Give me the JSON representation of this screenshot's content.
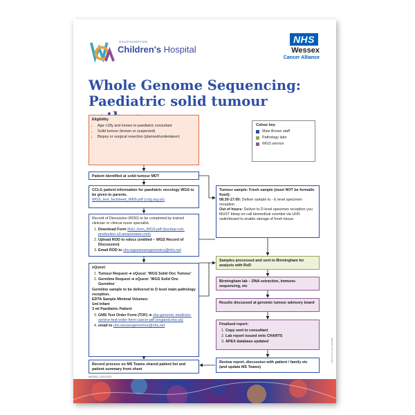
{
  "header": {
    "wca_logo": "WCA",
    "southampton": "SOUTHAMPTON",
    "childrens": "Children's",
    "hospital": "Hospital",
    "nhs": "NHS",
    "org": "Wessex",
    "sub": "Cancer Alliance"
  },
  "title": {
    "line1": "Whole Genome Sequencing:",
    "line2": "Paediatric solid tumour pathway"
  },
  "eligibility": {
    "heading": "Eligibility",
    "items": [
      "Age <18y and known to paediatric consultant",
      "Solid tumour (known or suspected)",
      "Biopsy or surgical resection (planned/undertaken)"
    ]
  },
  "colour_key": {
    "heading": "Colour key",
    "items": [
      {
        "label": "Main Brown staff",
        "color": "#2e4fa3"
      },
      {
        "label": "Pathology labs",
        "color": "#96a55a"
      },
      {
        "label": "WGS service",
        "color": "#8e5a8e"
      }
    ]
  },
  "mdt": {
    "text": "Patient identified at solid tumour MDT"
  },
  "cclg": {
    "text": "CCLG patient information for paediatric oncology WGS to be given to parents.",
    "link": "WGS_test_factsheet_WEB.pdf (cclg.org.uk)"
  },
  "rod": {
    "intro": "Record of Discussion (ROD) to be completed by trained clinician or clinical nurse specialist.",
    "step1_label": "Download Form",
    "step1_link": "RoD_form_WGS.pdf (bucdup-cuh-production.s3.amazonaws.com)",
    "step2": "Upload ROD to edocs (entitled – WGS Record of Discussion)",
    "step3_label": "Email ROD to",
    "step3_link": "uhs.wgswessexgenomics@nhs.net"
  },
  "fresh": {
    "heading": "Tumour sample: Fresh sample (must NOT be formalin fixed):",
    "hours_label": "08:30-17:00:",
    "hours_text": "Deliver sample to - E level specimen reception",
    "ooh_label": "Out of hours:",
    "ooh_text": "Deliver to D level specimen reception you MUST bleep on-call biomedical scientist via UHS switchboard to enable storage of fresh tissue."
  },
  "equest": {
    "heading": "eQuest:",
    "step1": "Tumour Request ➔ eQuest: 'WGS Solid Onc Tumour'",
    "step2": "Germline Request ➔ eQuest: 'WGS Solid Onc Germline'",
    "germline_note": "Germline sample to be delivered to D level main pathology reception.",
    "edta_heading": "EDTA Sample Minimal Volumes:",
    "edta_infant": "1ml Infant",
    "edta_paed": "3 ml Paediatric Patient",
    "step3_label": "GMS Test Order Form (TOF) ➔",
    "step3_link": "nhs-genomic-medicine-service-test-order-form-cancer.pdf (england.nhs.uk)",
    "step4_label": "email to",
    "step4_link": "uhs.wessexgenomics@nhs.net"
  },
  "processed": {
    "text": "Samples processed and sent to Birmingham for analysis with RoD"
  },
  "birmingham": {
    "text": "Birmingham lab – DNA extraction, immuno-sequencing, etc"
  },
  "results": {
    "text": "Results discussed at genomic tumour advisory board"
  },
  "finalised": {
    "heading": "Finalised report:",
    "items": [
      "Copy sent to consultant",
      "Lab report issued onto CHARTS",
      "APEX database updated"
    ]
  },
  "teams": {
    "text": "Record process on MS Teams shared patient list and patient summary front sheet"
  },
  "review": {
    "text": "Review report, discussion with patient / family etc (and update MS Teams)"
  },
  "footer": {
    "code": "WS0002 | 2020-2023",
    "side": "©2023 Hull Lemon WS0002"
  }
}
